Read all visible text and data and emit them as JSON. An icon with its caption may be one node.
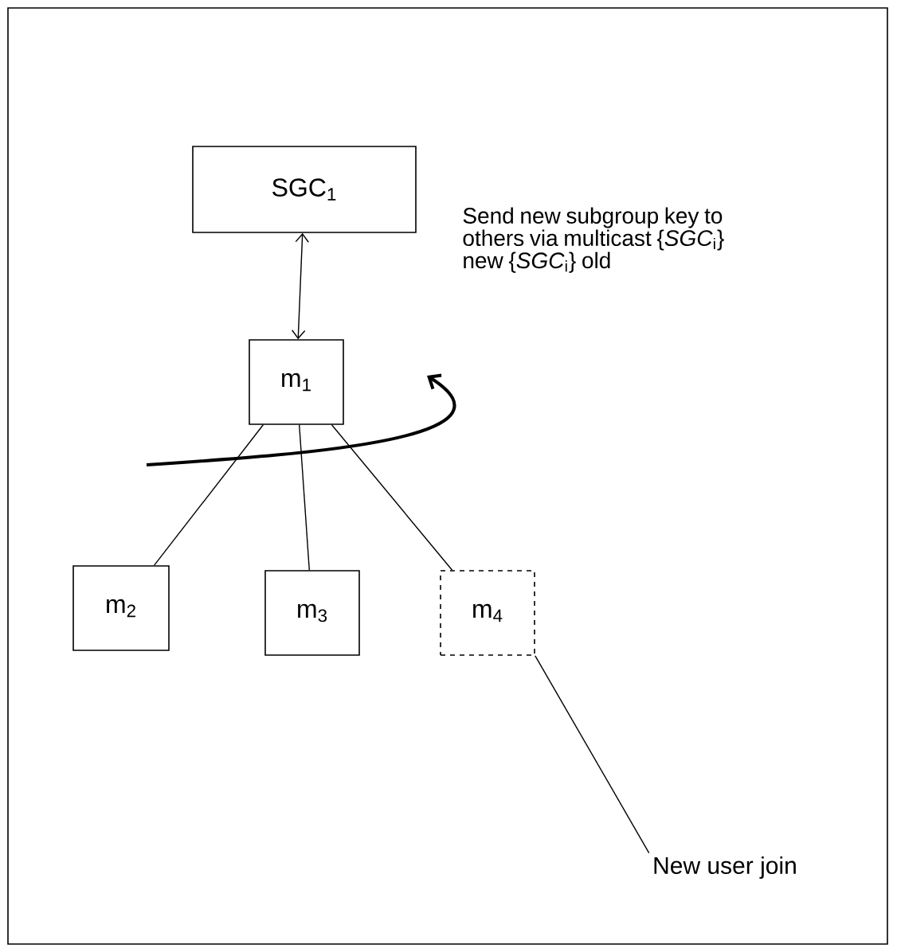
{
  "diagram": {
    "nodes": [
      {
        "text": [
          "SGC$_{1}$"
        ]
      },
      {
        "text": [
          "m$_{1}$"
        ]
      },
      {
        "text": [
          "m$_{2}$"
        ]
      },
      {
        "text": [
          "m$_{3}$"
        ]
      },
      {
        "text": [
          "m$_{4}$"
        ]
      },
      {
        "text": [
          "New user join"
        ]
      }
    ],
    "edges": [
      {
        "from": 0,
        "to": 1,
        "arrow": "both"
      },
      {
        "from": 1,
        "to": 2,
        "arrow": "none"
      },
      {
        "from": 1,
        "to": 3,
        "arrow": "none"
      },
      {
        "from": 1,
        "to": 4,
        "arrow": "none"
      },
      {
        "from": 5,
        "to": 4,
        "arrow": "none"
      }
    ],
    "labels": [
      "Send new subgroup key to others via multicast {*SGC*$_{i}$} new {*SGC*$_{i}$} old"
    ]
  }
}
